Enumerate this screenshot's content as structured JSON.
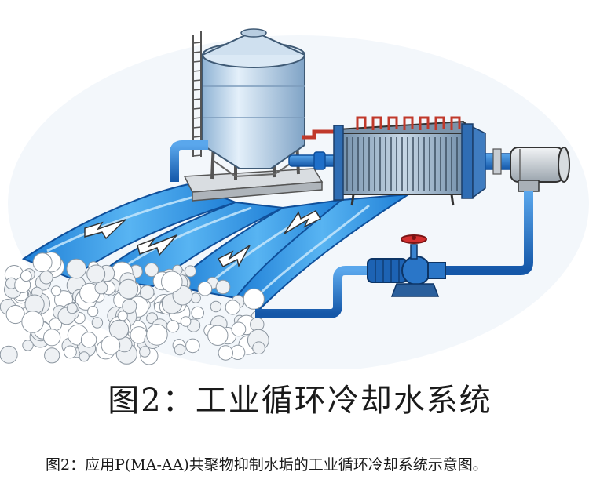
{
  "figure": {
    "title": "图2：工业循环冷却水系统",
    "caption": "图2：应用P(MA-AA)共聚物抑制水垢的工业循环冷却系统示意图。"
  },
  "components": [
    {
      "id": "storage-tank",
      "kind": "storage tank"
    },
    {
      "id": "heat-exchanger",
      "kind": "heat exchanger"
    },
    {
      "id": "motor",
      "kind": "motor"
    },
    {
      "id": "circulation-pump",
      "kind": "pump with valve"
    },
    {
      "id": "cooling-water-channel",
      "kind": "water flow"
    },
    {
      "id": "scale-deposits",
      "kind": "scale / foam deposits"
    }
  ],
  "colors": {
    "water": "#2e8fe0",
    "water_light": "#bfe3fb",
    "pipe": "#1f6fc9",
    "tank": "#b9d3ea",
    "exchanger": "#8aa9c4",
    "valve": "#d32f2f",
    "hot_pipe": "#c0392b"
  }
}
